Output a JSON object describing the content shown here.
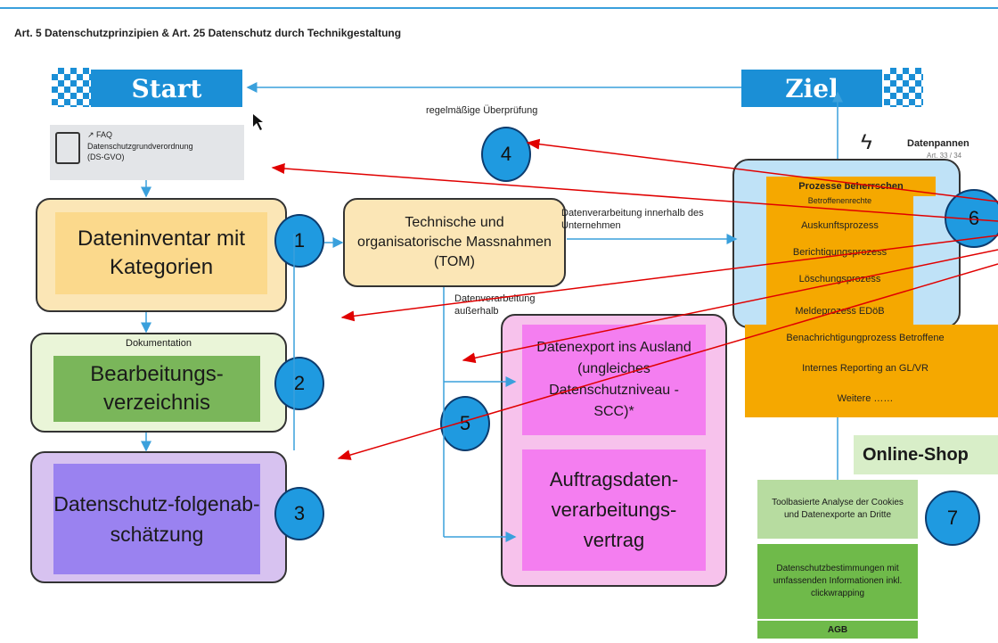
{
  "header": {
    "title": "Art. 5 Datenschutzprinzipien & Art. 25 Datenschutz durch Technikgestaltung"
  },
  "start_label": "Start",
  "ziel_label": "Ziel",
  "review_label": "regelmäßige Überprüfung",
  "faq": {
    "link": "↗ FAQ",
    "title": "Datenschutzgrundverordnung",
    "abbr": "(DS-GVO)"
  },
  "boxes": {
    "inventory": "Dateninventar mit Kategorien",
    "doc_label": "Dokumentation",
    "register": "Bearbeitungs-verzeichnis",
    "dpia": "Datenschutz-folgenab-schätzung",
    "tom": "Technische und organisatorische Massnahmen (TOM)",
    "export": "Datenexport ins Ausland (ungleiches Datenschutzniveau - SCC)*",
    "processing_contract": "Auftragsdaten-verarbeitungs-vertrag"
  },
  "flows": {
    "internal": "Datenverarbeitung innerhalb des Unternehmen",
    "external": "Datenverarbeitung außerhalb"
  },
  "breach": {
    "title": "Datenpannen",
    "ref": "Art. 33 / 34"
  },
  "processes": {
    "title": "Prozesse beherrschen",
    "subtitle": "Betroffenenrechte",
    "items": [
      "Auskunftsprozess",
      "Berichtigungsprozess",
      "Löschungsprozess",
      "Meldeprozess EDöB"
    ],
    "extra": [
      "Benachrichtigungprozess Betroffene",
      "Internes Reporting an GL/VR",
      "Weitere ……"
    ]
  },
  "online": {
    "title": "Online-Shop",
    "analysis": "Toolbasierte Analyse der Cookies und Datenexporte an Dritte",
    "privacy": "Datenschutzbestimmungen mit umfassenden Informationen inkl. clickwrapping",
    "agb": "AGB"
  },
  "numbers": [
    "1",
    "2",
    "3",
    "4",
    "5",
    "6",
    "7"
  ],
  "colors": {
    "accent": "#1b8fd6",
    "arrow": "#e00000",
    "orange": "#f5a800",
    "pink": "#f47ef0",
    "green": "#6fba4a"
  }
}
